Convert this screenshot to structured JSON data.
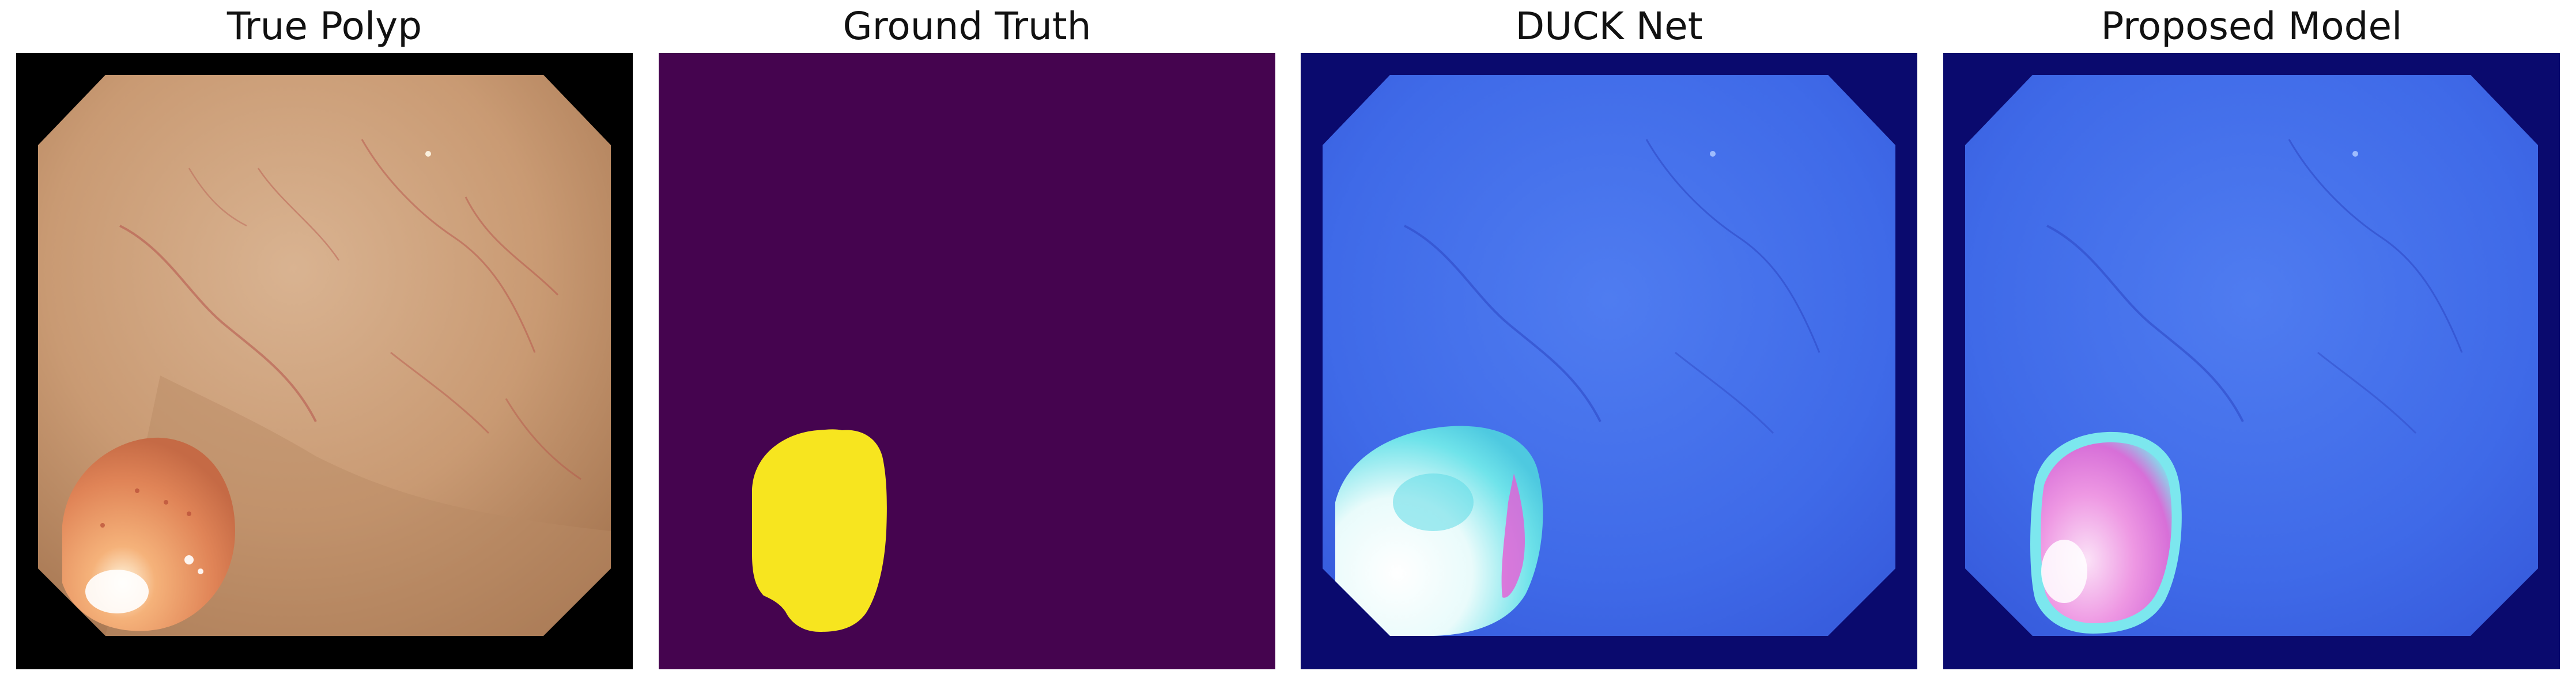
{
  "figure": {
    "panels": [
      {
        "title": "True Polyp"
      },
      {
        "title": "Ground Truth"
      },
      {
        "title": "DUCK Net"
      },
      {
        "title": "Proposed Model"
      }
    ]
  },
  "colors": {
    "mask_background": "#45044f",
    "mask_polyp": "#f7e51f",
    "overlay_background": "#0a0a6e",
    "endoscope_frame": "#000000"
  }
}
